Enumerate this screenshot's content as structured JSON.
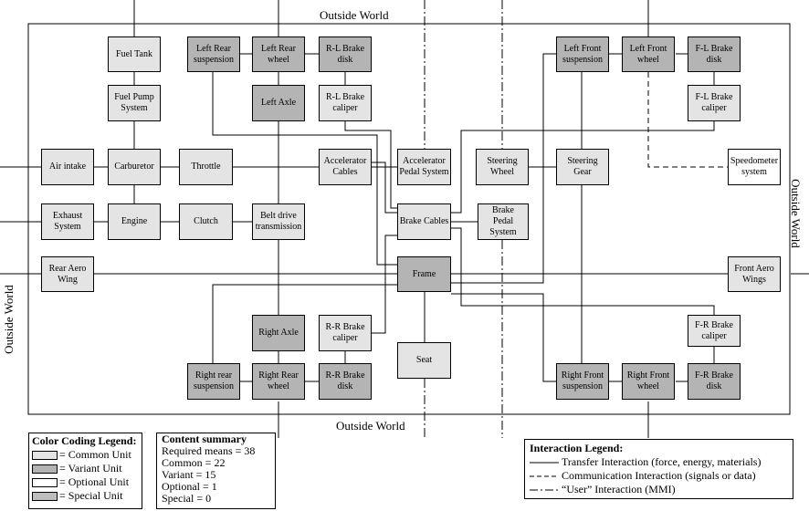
{
  "outside_world": {
    "top": "Outside World",
    "bottom": "Outside World",
    "left": "Outside World",
    "right": "Outside World"
  },
  "units": {
    "fuel_tank": "Fuel Tank",
    "left_rear_suspension": "Left Rear\nsuspension",
    "left_rear_wheel": "Left Rear\nwheel",
    "rl_brake_disk": "R-L Brake\ndisk",
    "left_front_suspension": "Left Front\nsuspension",
    "left_front_wheel": "Left Front\nwheel",
    "fl_brake_disk": "F-L Brake\ndisk",
    "fuel_pump": "Fuel Pump\nSystem",
    "left_axle": "Left Axle",
    "rl_brake_caliper": "R-L Brake\ncaliper",
    "fl_brake_caliper": "F-L Brake\ncaliper",
    "air_intake": "Air intake",
    "carburetor": "Carburetor",
    "throttle": "Throttle",
    "accelerator_cables": "Accelerator\nCables",
    "accelerator_pedal": "Accelerator\nPedal System",
    "steering_wheel": "Steering\nWheel",
    "steering_gear": "Steering\nGear",
    "speedometer": "Speedometer\nsystem",
    "exhaust": "Exhaust\nSystem",
    "engine": "Engine",
    "clutch": "Clutch",
    "belt_drive": "Belt drive\ntransmission",
    "brake_cables": "Brake Cables",
    "brake_pedal": "Brake\nPedal System",
    "rear_aero": "Rear Aero\nWing",
    "frame": "Frame",
    "front_aero": "Front Aero\nWings",
    "right_axle": "Right Axle",
    "rr_brake_caliper": "R-R Brake\ncaliper",
    "fr_brake_caliper": "F-R Brake\ncaliper",
    "seat": "Seat",
    "right_rear_suspension": "Right rear\nsuspension",
    "right_rear_wheel": "Right Rear\nwheel",
    "rr_brake_disk": "R-R Brake\ndisk",
    "right_front_suspension": "Right Front\nsuspension",
    "right_front_wheel": "Right Front\nwheel",
    "fr_brake_disk": "F-R Brake\ndisk"
  },
  "color_legend": {
    "title": "Color Coding Legend:",
    "items": [
      "= Common Unit",
      "= Variant Unit",
      "= Optional Unit",
      "= Special Unit"
    ]
  },
  "content_summary": {
    "title": "Content summary",
    "items": [
      "Required means = 38",
      "Common = 22",
      "Variant = 15",
      "Optional = 1",
      "Special = 0"
    ]
  },
  "interaction_legend": {
    "title": "Interaction Legend:",
    "transfer": "Transfer Interaction (force, energy, materials)",
    "communication": "Communication Interaction (signals or data)",
    "user": "“User” Interaction (MMI)"
  },
  "colors": {
    "common": "#e4e4e4",
    "variant": "#b4b4b4",
    "optional": "#ffffff",
    "special": "#bdbdbd"
  }
}
